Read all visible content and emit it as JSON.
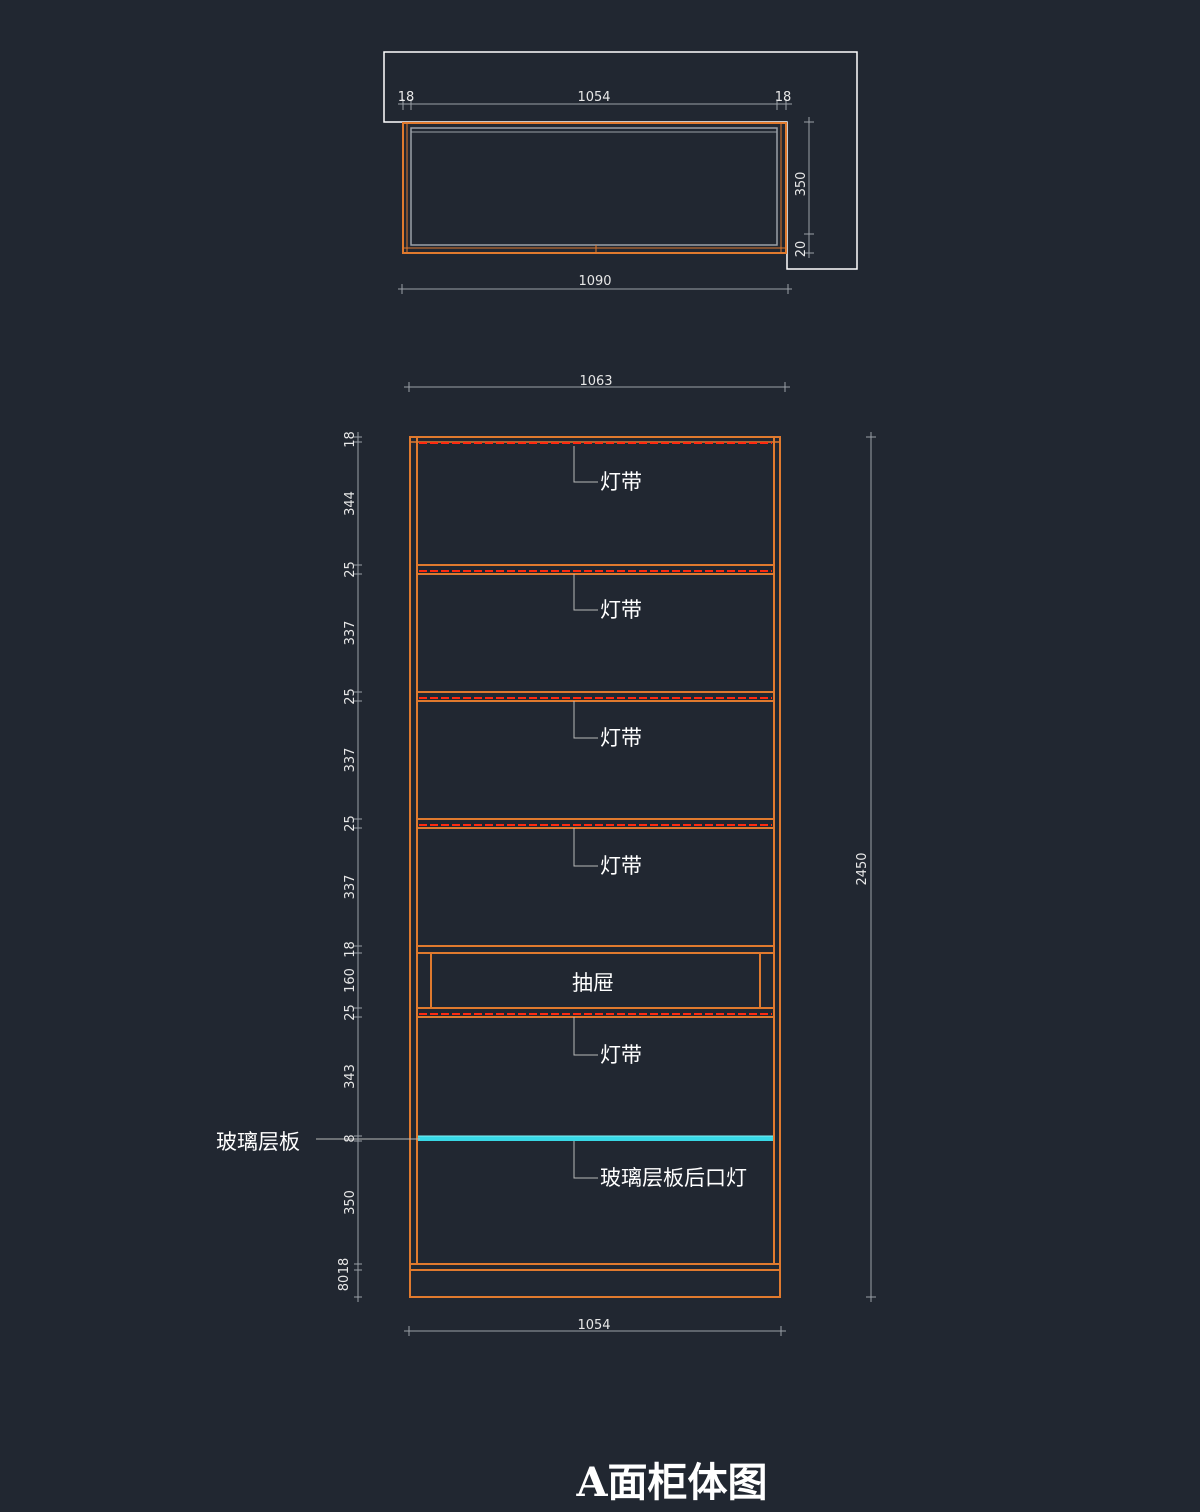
{
  "colors": {
    "background": "#212731",
    "cabinet": "#e07a2e",
    "led": "#ff2a10",
    "glass": "#38d8e6",
    "dim": "#9aa0a8",
    "leader": "#b8b8b8",
    "white": "#ffffff"
  },
  "plan": {
    "dims_top": [
      "18",
      "1054",
      "18"
    ],
    "dim_bottom": "1090",
    "dims_right": [
      "350",
      "20"
    ]
  },
  "elevation": {
    "dim_top": "1063",
    "dim_bottom": "1054",
    "dim_total": "2450",
    "dims_left": [
      "18",
      "344",
      "25",
      "337",
      "25",
      "337",
      "25",
      "337",
      "18",
      "160",
      "25",
      "343",
      "8",
      "350",
      "80",
      "18"
    ],
    "labels": {
      "led_strip": "灯带",
      "drawer": "抽屉",
      "glass_shelf": "玻璃层板",
      "glass_shelf_light": "玻璃层板后口灯"
    }
  },
  "title": "A面柜体图"
}
